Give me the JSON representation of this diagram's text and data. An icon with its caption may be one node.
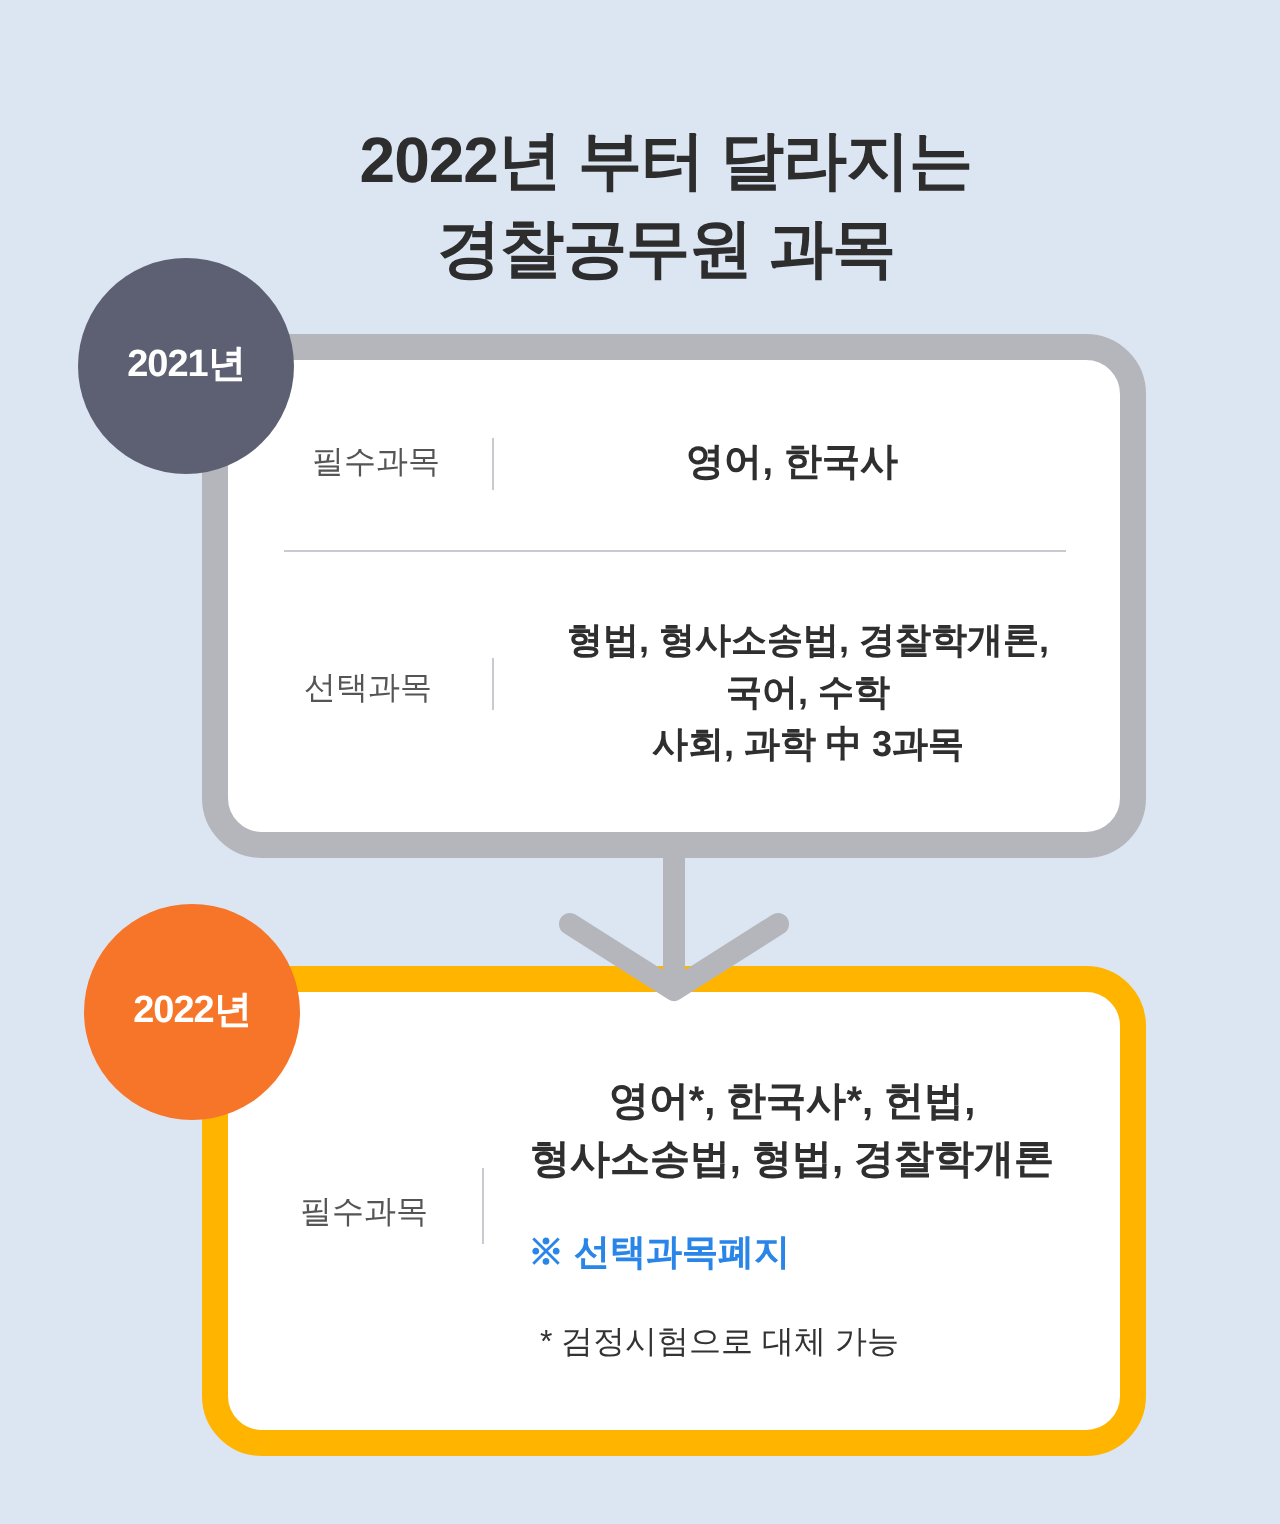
{
  "diagram": {
    "title": "2022년 부터 달라지는 경찰공무원 과목",
    "nodes": [
      {
        "text": [
          "2021년"
        ]
      },
      {
        "text": [
          "필수과목",
          "영어, 한국사",
          "선택과목",
          "형법, 형사소송법, 경찰학개론,",
          "국어, 수학",
          "사회, 과학 中 3과목"
        ]
      },
      {
        "text": [
          "2022년"
        ]
      },
      {
        "text": [
          "필수과목",
          "영어*, 한국사*, 헌법, 형사소송법, 형법, 경찰학개론",
          "※ 선택과목폐지",
          "* 검정시험으로 대체 가능"
        ]
      }
    ],
    "edges": [
      {
        "from": 1,
        "to": 3,
        "arrow": "to"
      }
    ]
  }
}
